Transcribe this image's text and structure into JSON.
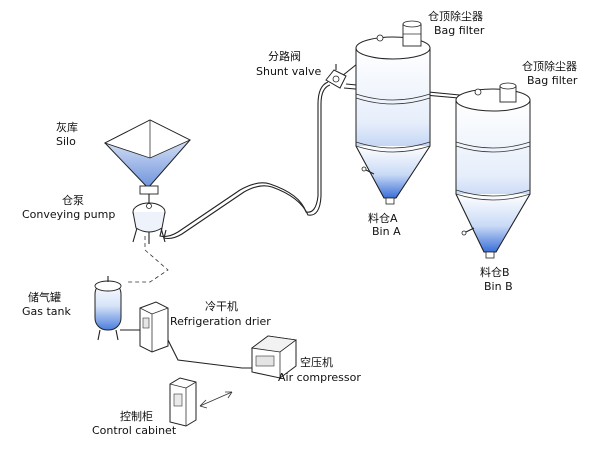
{
  "components": {
    "silo": {
      "zh": "灰库",
      "en": "Silo"
    },
    "pump": {
      "zh": "仓泵",
      "en": "Conveying pump"
    },
    "gas_tank": {
      "zh": "储气罐",
      "en": "Gas tank"
    },
    "drier": {
      "zh": "冷干机",
      "en": "Refrigeration drier"
    },
    "compressor": {
      "zh": "空压机",
      "en": "Air compressor"
    },
    "cabinet": {
      "zh": "控制柜",
      "en": "Control cabinet"
    },
    "valve": {
      "zh": "分路阀",
      "en": "Shunt valve"
    },
    "filter_a": {
      "zh": "仓顶除尘器",
      "en": "Bag filter"
    },
    "filter_b": {
      "zh": "仓顶除尘器",
      "en": "Bag filter"
    },
    "bin_a": {
      "zh": "料仓A",
      "en": "Bin A"
    },
    "bin_b": {
      "zh": "料仓B",
      "en": "Bin B"
    }
  },
  "colors": {
    "tank_top": "#ffffff",
    "tank_bottom": "#3a6fd8",
    "line": "#222222"
  }
}
